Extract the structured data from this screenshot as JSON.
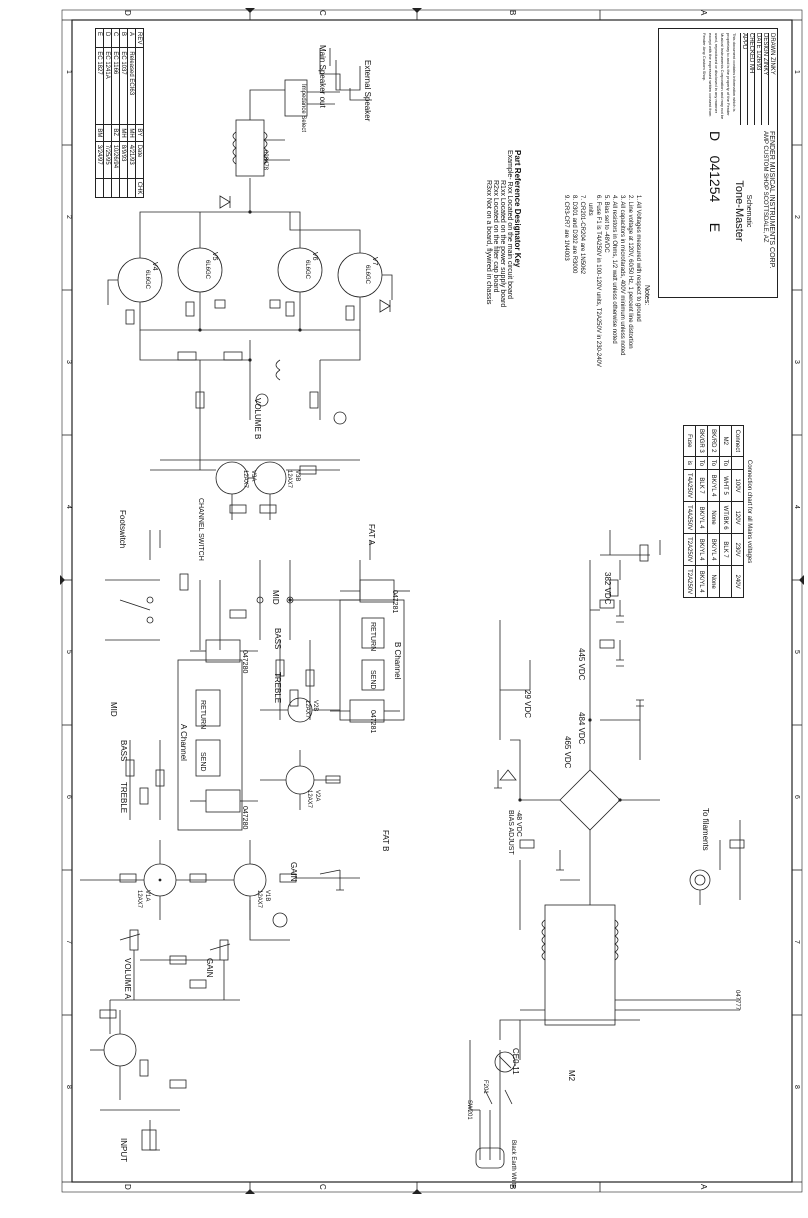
{
  "border": {
    "zones_top": [
      "D",
      "C",
      "B",
      "A"
    ],
    "zones_bottom": [
      "D",
      "C",
      "B",
      "A"
    ],
    "zones_side": [
      "1",
      "2",
      "3",
      "4",
      "5",
      "6",
      "7",
      "8"
    ]
  },
  "revisions": {
    "headers": [
      "REV",
      "",
      "BY",
      "Date",
      "CHK"
    ],
    "rows": [
      [
        "A",
        "Released ECI63",
        "MH",
        "4/21/93",
        ""
      ],
      [
        "B",
        "EC 1037",
        "MH",
        "8/9/93",
        ""
      ],
      [
        "C",
        "EC 1166",
        "BZ",
        "10/26/94",
        ""
      ],
      [
        "D",
        "EC 1241A",
        "",
        "7/25/95",
        ""
      ],
      [
        "E",
        "EC 1827",
        "BM",
        "3/24/97",
        ""
      ]
    ]
  },
  "key": {
    "title": "Part Reference Designator Key",
    "lines": [
      "Example-  Rxx  Located on the main circuit board",
      "R1xx  Located on the power supply board",
      "R2xx  Located on the filter cap board",
      "R3xx  Not on a board, flywired in chassis"
    ]
  },
  "notes": {
    "title": "Notes:",
    "lines": [
      "1. All Voltages measured with respect to ground",
      "2. Line voltage at 120V, 60/50 Hz, 1 percent line distortion",
      "3. All capacitors in microfarads, 400V minimum unless noted",
      "4. All resistors in Ohms, 1/2 watt unless otherwise noted",
      "5. Bias set to -48VDC",
      "6. Fuse F1 is T4A250V in 100-120V units, T2A250V in 230-240V",
      "units",
      "7. CR201-CR204 are 1N5062",
      "8. D301 and D302 are R3000",
      "9. CR3-CR7 are 1N4003"
    ]
  },
  "connection_chart": {
    "title": "Connection chart for all Mains voltages",
    "headers": [
      "Connect",
      "",
      "100V",
      "120V",
      "230V",
      "240V"
    ],
    "rows": [
      [
        "M2",
        "To",
        "WHT 5",
        "WT/BK 6",
        "BLK 7",
        ""
      ],
      [
        "BK/RD 2",
        "To",
        "BK/YL 4",
        "None",
        "BK/YL 4",
        "None"
      ],
      [
        "BK/GR 3",
        "To",
        "BLK 7",
        "BK/YL 4",
        "BK/YL 4",
        "BK/YL 4"
      ],
      [
        "Fuse",
        "is",
        "T4A250V",
        "T4A250V",
        "T2A250V",
        "T2A250V"
      ]
    ]
  },
  "title_block": {
    "company": "FENDER MUSICAL INSTRUMENTS CORP.",
    "division": "AMP CUSTOM SHOP  SCOTTSDALE, AZ",
    "kind": "Schematic",
    "product": "Tone-Master",
    "size": "D",
    "dwg_no": "041254",
    "rev": "E",
    "rows": [
      [
        "DRAWN",
        "ZINKY"
      ],
      [
        "DESIGN",
        "ZINKY"
      ],
      [
        "DATE",
        "1/26/93"
      ],
      [
        "CHECKED",
        "MH"
      ],
      [
        "APPD",
        ""
      ]
    ],
    "legal": "This document contains information which is proprietary to and is the property of the Fender Musical Instruments Corporation and may not be used, reproduced or disclosed in any manner except with the expressed written consent from Fender Amp Custom Shop."
  },
  "tubes": [
    {
      "ref": "V4",
      "type": "6L6GC"
    },
    {
      "ref": "V5",
      "type": "6L6GC"
    },
    {
      "ref": "V6",
      "type": "6L6GC"
    },
    {
      "ref": "V7",
      "type": "6L6GC"
    },
    {
      "ref": "V1A",
      "type": "12AX7"
    },
    {
      "ref": "V1B",
      "type": "12AX7"
    },
    {
      "ref": "V2A",
      "type": "12AX7"
    },
    {
      "ref": "V2B",
      "type": "12AX7"
    },
    {
      "ref": "V3A",
      "type": "12AX7"
    },
    {
      "ref": "V3B",
      "type": "12AX7"
    }
  ],
  "labels": {
    "main_speaker": "Main Speaker out",
    "ext_speaker": "External Speaker",
    "impedance": "Impedance Select",
    "footswitch": "Footswitch",
    "channel_switch": "CHANNEL SWITCH",
    "fat_a": "FAT A",
    "fat_b": "FAT B",
    "volume_a": "VOLUME A",
    "volume_b": "VOLUME B",
    "treble": "TREBLE",
    "bass": "BASS",
    "mid": "MID",
    "gain": "GAIN",
    "a_channel": "A Channel",
    "b_channel": "B Channel",
    "send": "SEND",
    "return": "RETURN",
    "input": "INPUT",
    "bias_adjust": "BIAS ADJUST",
    "bias_volts": "-48 VDC",
    "to_filaments": "To filaments",
    "v382": "382 VDC",
    "v445": "445 VDC",
    "v484": "484 VDC",
    "v465": "465 VDC",
    "v29": "29 VDC",
    "xfmr_out": "028478",
    "xfmr_tr": "047281",
    "xfmr_ts": "047280",
    "xfmr_pwr": "047777",
    "fuse": "F201",
    "thermistor": "CE0-11",
    "switch": "SW201",
    "m2": "M2",
    "cord": "Black  Earth  White"
  }
}
